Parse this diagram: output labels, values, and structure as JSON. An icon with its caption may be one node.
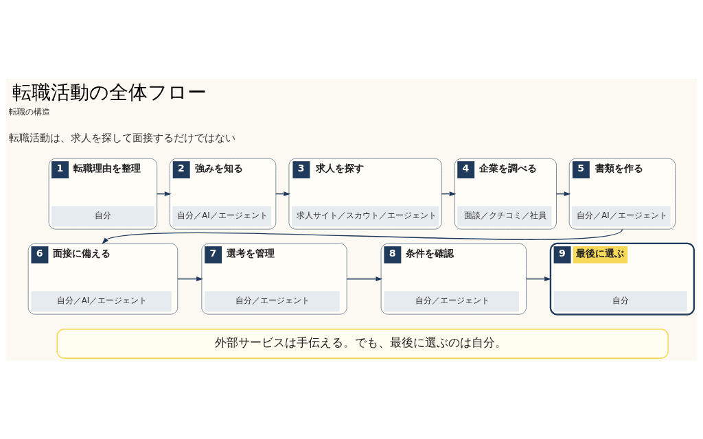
{
  "diagram": {
    "title": "転職活動の全体フロー",
    "nodes": [
      {
        "text": [
          "1",
          "転職理由を整理",
          "自分"
        ]
      },
      {
        "text": [
          "2",
          "強みを知る",
          "自分／AI／エージェント"
        ]
      },
      {
        "text": [
          "3",
          "求人を探す",
          "求人サイト／スカウト／エージェント"
        ]
      },
      {
        "text": [
          "4",
          "企業を調べる",
          "面談／クチコミ／社員"
        ]
      },
      {
        "text": [
          "5",
          "書類を作る",
          "自分／AI／エージェント"
        ]
      },
      {
        "text": [
          "6",
          "面接に備える",
          "自分／AI／エージェント"
        ]
      },
      {
        "text": [
          "7",
          "選考を管理",
          "自分／エージェント"
        ]
      },
      {
        "text": [
          "8",
          "条件を確認",
          "自分／エージェント"
        ]
      },
      {
        "text": [
          "9",
          "最後に選ぶ",
          "自分"
        ]
      },
      {
        "text": [
          "外部サービスは手伝える。でも、最後に選ぶのは自分。"
        ]
      }
    ],
    "edges": [
      {
        "from": 0,
        "to": 1,
        "arrow": "to"
      },
      {
        "from": 1,
        "to": 2,
        "arrow": "to"
      },
      {
        "from": 2,
        "to": 3,
        "arrow": "to"
      },
      {
        "from": 3,
        "to": 4,
        "arrow": "to"
      },
      {
        "from": 4,
        "to": 5,
        "arrow": "to"
      },
      {
        "from": 5,
        "to": 6,
        "arrow": "to"
      },
      {
        "from": 6,
        "to": 7,
        "arrow": "to"
      },
      {
        "from": 7,
        "to": 8,
        "arrow": "to"
      }
    ],
    "labels": [
      "転職の構造",
      "転職活動は、求人を探して面接するだけではない"
    ]
  }
}
